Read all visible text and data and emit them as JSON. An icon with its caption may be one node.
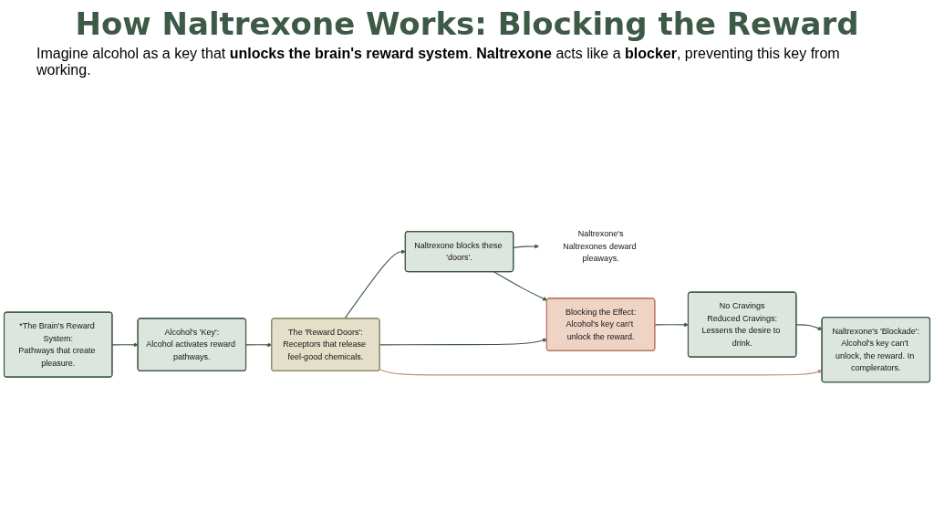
{
  "diagram": {
    "title": "How Naltrexone Works: Blocking the Reward",
    "nodes": [
      {
        "text": [
          "*The Brain's Reward System:",
          "Pathways that create pleasure."
        ]
      },
      {
        "text": [
          "Alcohol's 'Key':",
          "Alcohol activates reward pathways."
        ]
      },
      {
        "text": [
          "The 'Reward Doors':",
          "Receptors that release feel-good chemicals."
        ]
      },
      {
        "text": [
          "Naltrexone blocks these 'doors'."
        ]
      },
      {
        "text": [
          "Naltrexone's",
          "Naltrexones deward pleaways."
        ]
      },
      {
        "text": [
          "Naltrexone's 'Blockade':",
          "Alcohol's key can't unlock, the reward. In complerators."
        ]
      },
      {
        "text": [
          "Blocking the Effect:",
          "Alcohol's key can't unlock the reward."
        ]
      },
      {
        "text": [
          "No Cravings",
          "Reduced Cravings:",
          "Lessens the desire to drink."
        ]
      }
    ],
    "edges": [
      {
        "from": 0,
        "to": 1,
        "arrow": "to"
      },
      {
        "from": 1,
        "to": 2,
        "arrow": "to"
      },
      {
        "from": 2,
        "to": 3,
        "arrow": "to"
      },
      {
        "from": 2,
        "to": 6,
        "arrow": "to"
      },
      {
        "from": 2,
        "to": 5,
        "arrow": "to",
        "color": "#c0907a"
      },
      {
        "from": 3,
        "to": 4,
        "arrow": "to"
      },
      {
        "from": 3,
        "to": 6,
        "arrow": "to"
      },
      {
        "from": 6,
        "to": 7,
        "arrow": "to"
      },
      {
        "from": 7,
        "to": 5,
        "arrow": "to"
      }
    ],
    "labels": [
      "Imagine alcohol as a key that **unlocks the brain's reward system**. **Naltrexone** acts like a **blocker**, preventing this key from working."
    ]
  }
}
